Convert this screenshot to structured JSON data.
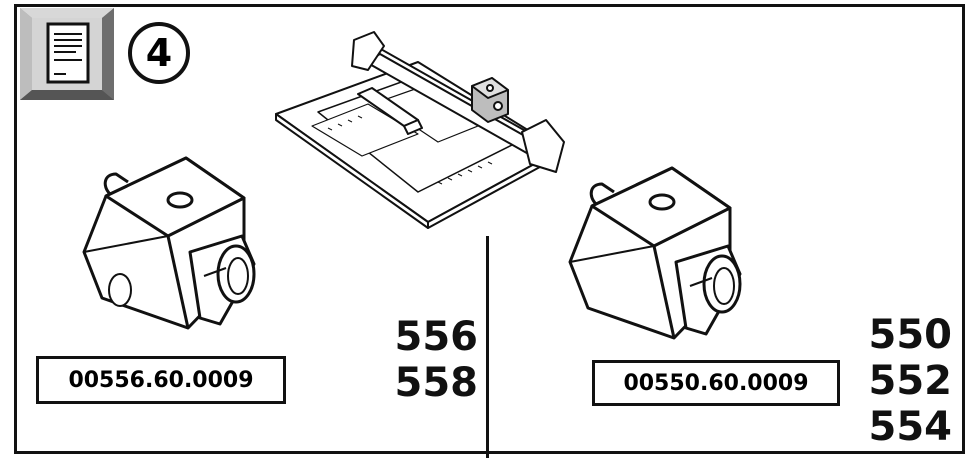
{
  "step": {
    "number": "4"
  },
  "left_part": {
    "code": "00556.60.0009",
    "models": [
      "556",
      "558"
    ]
  },
  "right_part": {
    "code": "00550.60.0009",
    "models": [
      "550",
      "552",
      "554"
    ]
  },
  "icons": [
    "document-icon",
    "trimmer-machine-icon",
    "cutting-head-icon"
  ]
}
